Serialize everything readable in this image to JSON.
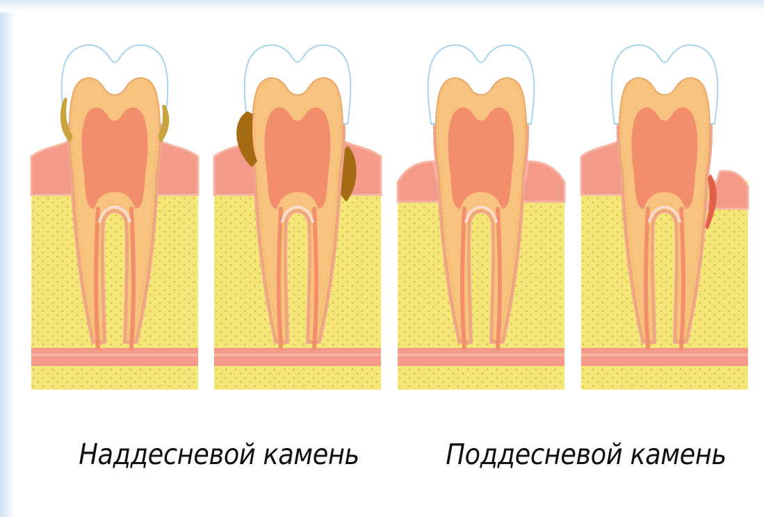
{
  "captions": {
    "supragingival": "Наддесневой камень",
    "subgingival": "Поддесневой камень"
  },
  "colors": {
    "enamel": "#ffffff",
    "enamel_outline": "#a9d3ec",
    "dentin": "#f7c37f",
    "pulp": "#f28e6c",
    "bone": "#f5e678",
    "gum": "#f39a88",
    "root_canal_line": "#fbdbd0",
    "supragingival_calculus": "#a56b12",
    "supragingival_calculus_light": "#c9a33c"
  },
  "panels": [
    {
      "id": "panel-1",
      "calculus": "supragingival-light"
    },
    {
      "id": "panel-2",
      "calculus": "supragingival-heavy"
    },
    {
      "id": "panel-3",
      "calculus": "subgingival-light"
    },
    {
      "id": "panel-4",
      "calculus": "subgingival-pocket"
    }
  ]
}
